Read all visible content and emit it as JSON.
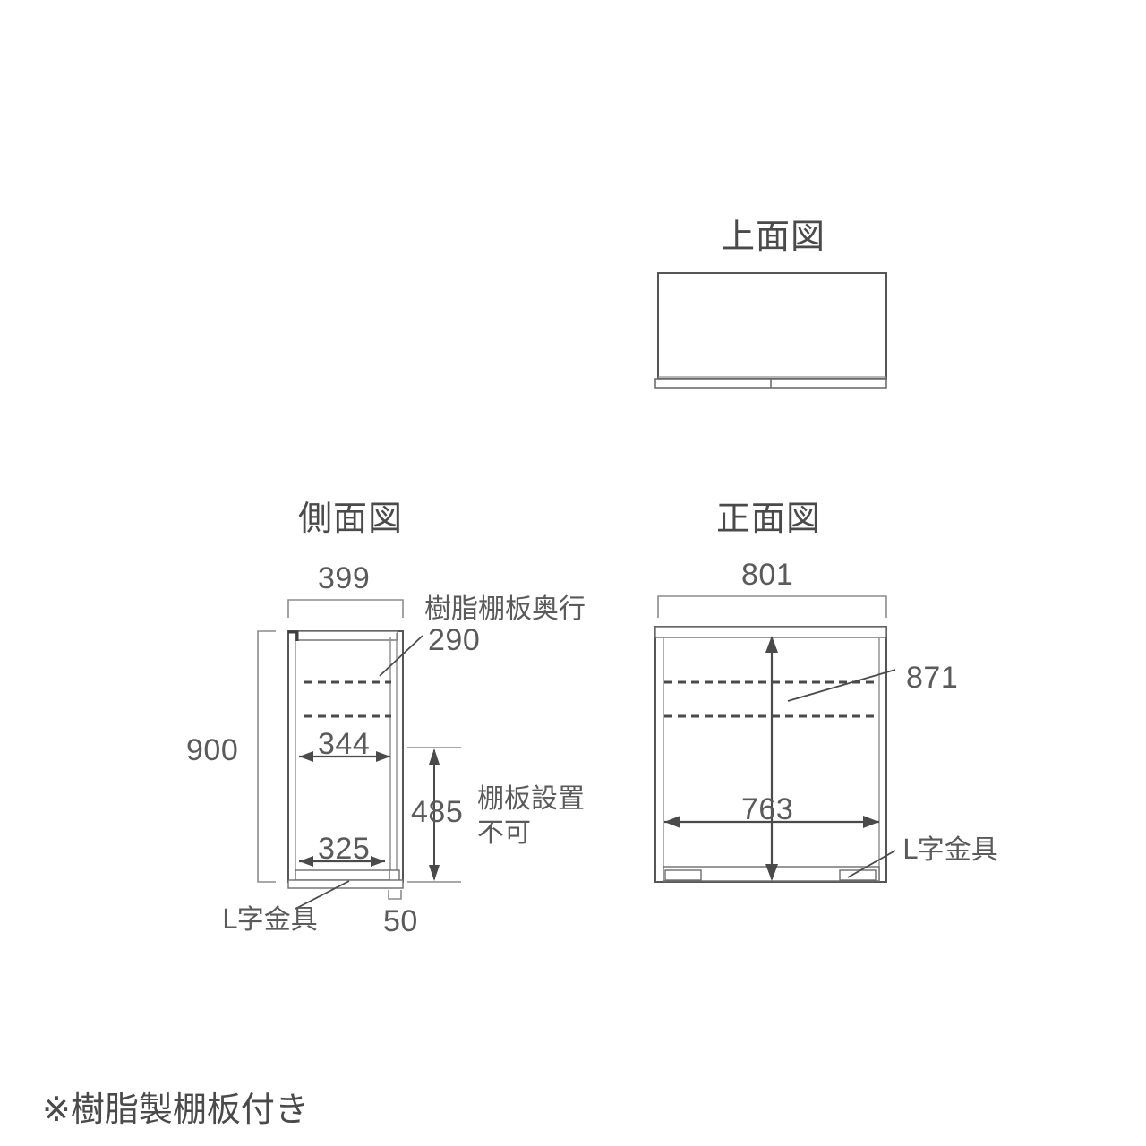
{
  "sheet": {
    "background": "#ffffff",
    "line_color": "#565656",
    "text_color": "#4a4a4a"
  },
  "views": {
    "top": {
      "title": "上面図"
    },
    "side": {
      "title": "側面図",
      "dimensions": {
        "depth": "399",
        "height": "900",
        "inner_upper": "344",
        "inner_lower": "325",
        "no_shelf_zone": "485",
        "base_height": "50"
      },
      "labels": {
        "shelf_depth_caption": "樹脂棚板奥行",
        "shelf_depth_value": "290",
        "no_shelf_line1": "棚板設置",
        "no_shelf_line2": "不可",
        "bracket": "L字金具"
      }
    },
    "front": {
      "title": "正面図",
      "dimensions": {
        "width": "801",
        "inner_width": "763",
        "inner_height": "871"
      },
      "labels": {
        "bracket": "L字金具"
      }
    }
  },
  "footer": {
    "note": "※樹脂製棚板付き"
  }
}
